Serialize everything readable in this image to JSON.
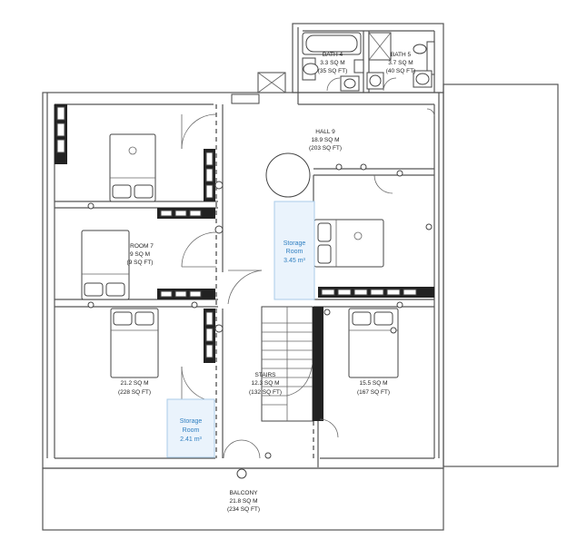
{
  "rooms": [
    {
      "key": "bath4",
      "name": "BATH 4",
      "area_m": "3.3 SQ M",
      "area_ft": "(35 SQ FT)"
    },
    {
      "key": "bath5",
      "name": "BATH 5",
      "area_m": "3.7 SQ M",
      "area_ft": "(40 SQ FT)"
    },
    {
      "key": "hall9",
      "name": "HALL 9",
      "area_m": "18.9 SQ M",
      "area_ft": "(203 SQ FT)"
    },
    {
      "key": "room7",
      "name": "ROOM 7",
      "area_m": "9 SQ M",
      "area_ft": "(9 SQ FT)"
    },
    {
      "key": "bedroom_sw",
      "name": "",
      "area_m": "21.2 SQ M",
      "area_ft": "(228 SQ FT)"
    },
    {
      "key": "stairs",
      "name": "STAIRS",
      "area_m": "12.3 SQ M",
      "area_ft": "(132 SQ FT)"
    },
    {
      "key": "bedroom_se",
      "name": "",
      "area_m": "15.5 SQ M",
      "area_ft": "(167 SQ FT)"
    },
    {
      "key": "balcony",
      "name": "BALCONY",
      "area_m": "21.8 SQ M",
      "area_ft": "(234 SQ FT)"
    }
  ],
  "storage": [
    {
      "key": "storage_center",
      "line1": "Storage",
      "line2": "Room",
      "volume": "3.45 m³"
    },
    {
      "key": "storage_left",
      "line1": "Storage",
      "line2": "Room",
      "volume": "2.41 m³"
    }
  ],
  "colors": {
    "storage_fill": "#eaf3fc",
    "storage_text": "#2f7fc1",
    "wall": "#555555"
  }
}
